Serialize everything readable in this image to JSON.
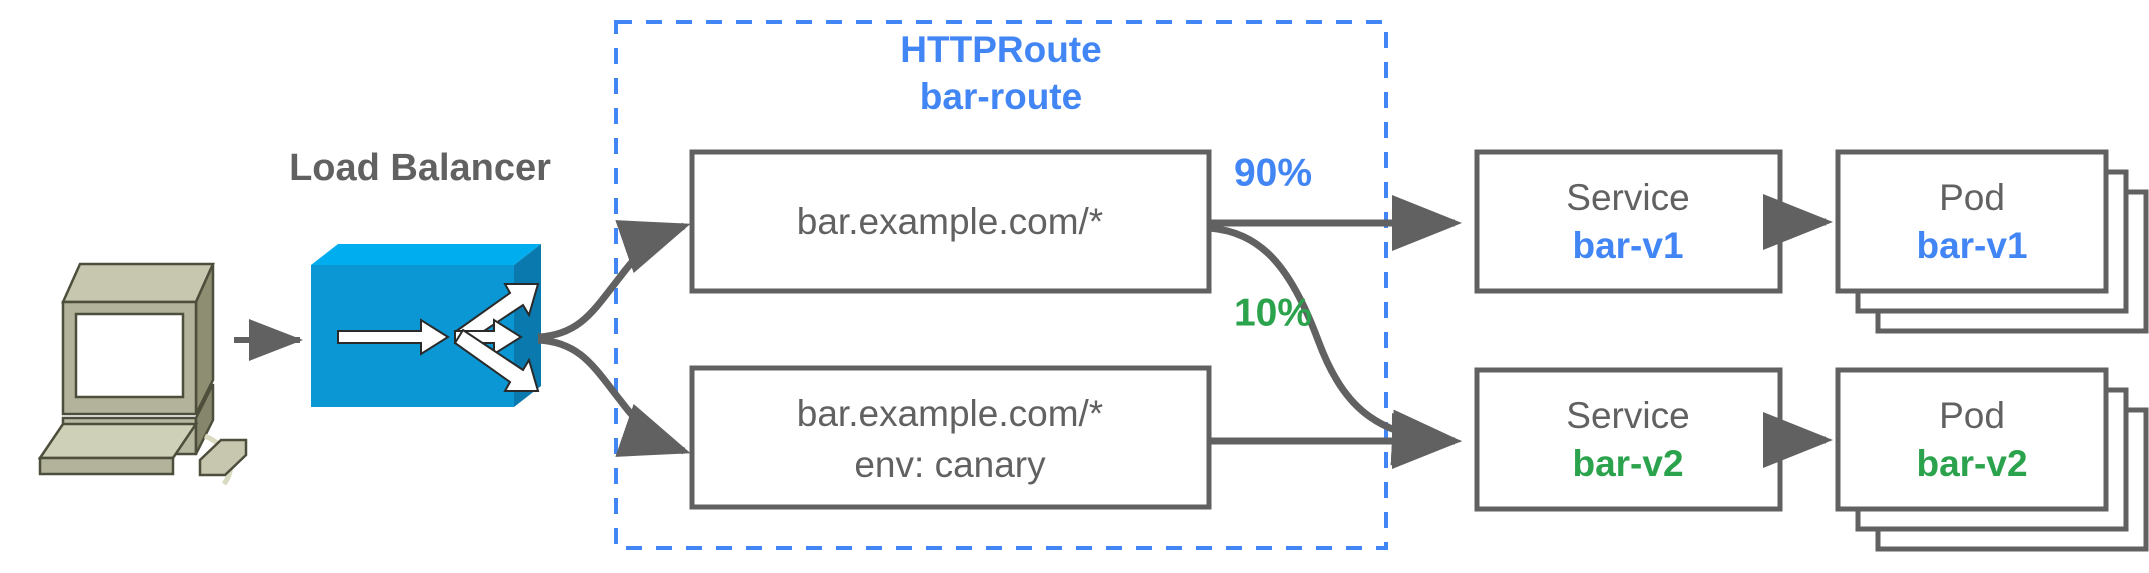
{
  "diagram": {
    "title": "HTTPRoute canary traffic split diagram",
    "boundary": {
      "label_line1": "HTTPRoute",
      "label_line2": "bar-route",
      "color": "#4285F4",
      "style": "dashed"
    },
    "client": {
      "icon": "computer-workstation-icon",
      "label": ""
    },
    "load_balancer": {
      "label": "Load Balancer",
      "icon": "load-balancer-switch-icon",
      "color": "#0098DB"
    },
    "rules": [
      {
        "id": "rule-default",
        "line1": "bar.example.com/*",
        "line2": ""
      },
      {
        "id": "rule-canary",
        "line1": "bar.example.com/*",
        "line2": "env: canary"
      }
    ],
    "weights": [
      {
        "id": "weight-90",
        "label": "90%",
        "color": "#4285F4"
      },
      {
        "id": "weight-10",
        "label": "10%",
        "color": "#2BA24C"
      }
    ],
    "services": [
      {
        "id": "service-bar-v1",
        "kind": "Service",
        "name": "bar-v1",
        "color": "#4285F4"
      },
      {
        "id": "service-bar-v2",
        "kind": "Service",
        "name": "bar-v2",
        "color": "#2BA24C"
      }
    ],
    "pods": [
      {
        "id": "pod-bar-v1",
        "kind": "Pod",
        "name": "bar-v1",
        "color": "#4285F4",
        "replicas": 3
      },
      {
        "id": "pod-bar-v2",
        "kind": "Pod",
        "name": "bar-v2",
        "color": "#2BA24C",
        "replicas": 3
      }
    ],
    "colors": {
      "outline": "#616161",
      "blue": "#4285F4",
      "green": "#2BA24C",
      "lb_face": "#0B97D4",
      "lb_top": "#00AEEF",
      "lb_side": "#0A79AD",
      "monitor_body": "#A8A98C",
      "monitor_screen": "#FFFFFF"
    }
  }
}
